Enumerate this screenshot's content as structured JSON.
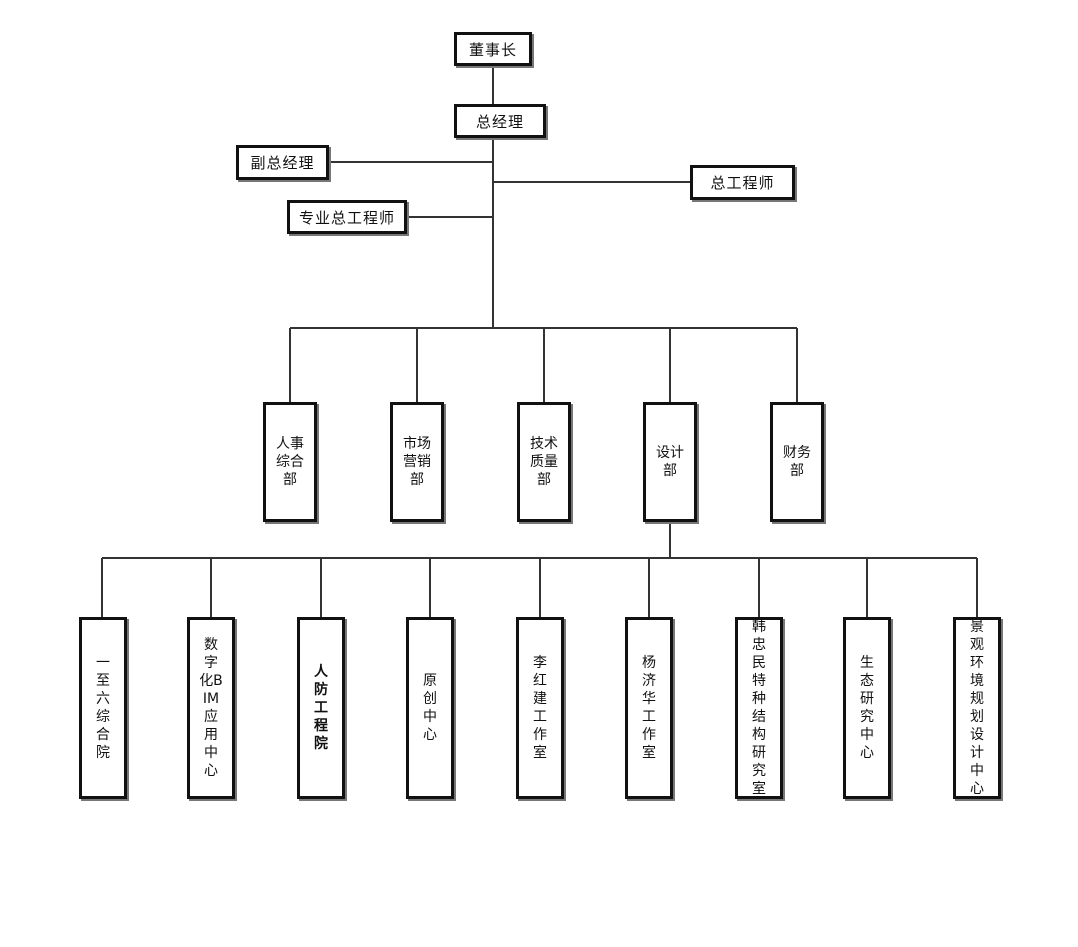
{
  "top": {
    "chairman": "董事长",
    "general_manager": "总经理",
    "vice_gm": "副总经理",
    "specialty_chief_engineer": "专业总工程师",
    "chief_engineer": "总工程师"
  },
  "departments": [
    "人事综合部",
    "市场营销部",
    "技术质量部",
    "设计部",
    "财务部"
  ],
  "design_units": [
    "一至六综合院",
    "数字化BIM应用中心",
    "人防工程院",
    "原创中心",
    "李红建工作室",
    "杨济华工作室",
    "韩忠民特种结构研究室",
    "生态研究中心",
    "景观环境规划设计中心"
  ],
  "colors": {
    "line": "#333333",
    "border": "#111111",
    "background": "#ffffff"
  }
}
